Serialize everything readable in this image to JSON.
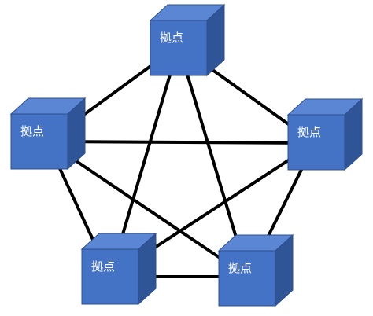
{
  "diagram": {
    "colors": {
      "cube_front": "#4472c4",
      "cube_top": "#5b86d4",
      "cube_side": "#2f5597",
      "cube_edge": "#2e4f8f",
      "connector": "#000000",
      "label": "#ffffff",
      "background": "#ffffff"
    },
    "nodes": [
      {
        "id": "top",
        "label": "拠点"
      },
      {
        "id": "left",
        "label": "拠点"
      },
      {
        "id": "right",
        "label": "拠点"
      },
      {
        "id": "bottom-left",
        "label": "拠点"
      },
      {
        "id": "bottom-right",
        "label": "拠点"
      }
    ],
    "edges": [
      {
        "from": "top",
        "to": "left"
      },
      {
        "from": "top",
        "to": "right"
      },
      {
        "from": "left",
        "to": "bottom-left"
      },
      {
        "from": "right",
        "to": "bottom-right"
      },
      {
        "from": "bottom-left",
        "to": "bottom-right"
      },
      {
        "from": "top",
        "to": "bottom-left"
      },
      {
        "from": "top",
        "to": "bottom-right"
      },
      {
        "from": "left",
        "to": "right"
      },
      {
        "from": "left",
        "to": "bottom-right"
      },
      {
        "from": "right",
        "to": "bottom-left"
      }
    ]
  }
}
